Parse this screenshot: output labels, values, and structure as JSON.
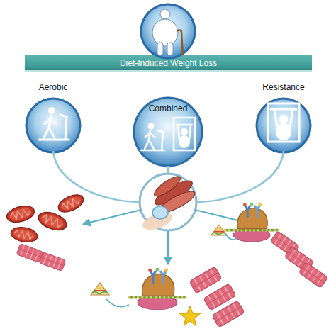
{
  "diagram": {
    "nodes": [
      {
        "text": [
          "Diet-Induced Weight Loss"
        ]
      },
      {
        "text": [
          "Aerobic"
        ]
      },
      {
        "text": [
          "Combined"
        ]
      },
      {
        "text": [
          "Resistance"
        ]
      }
    ]
  }
}
